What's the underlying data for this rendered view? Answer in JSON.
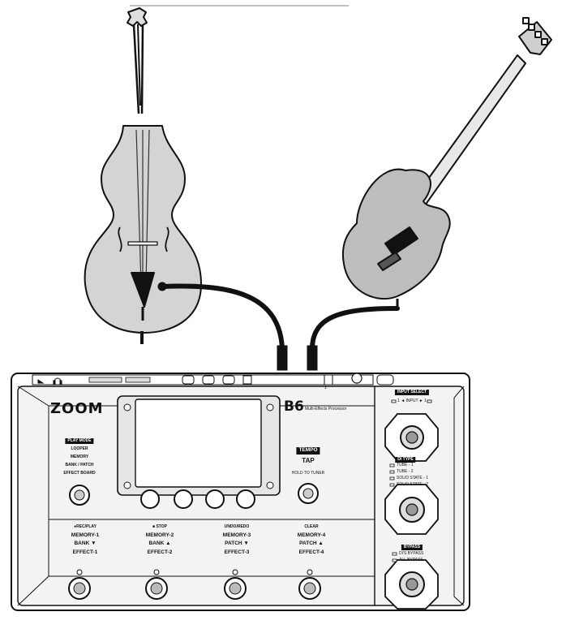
{
  "device": {
    "brand": "ZOOM",
    "model": "B6",
    "model_subtitle": "Multi-Effects Processor",
    "port_labels": {
      "tuner_out": "",
      "out": "1"
    },
    "tempo": {
      "header": "TEMPO",
      "label": "TAP",
      "sub": "HOLD TO TUNER"
    },
    "playmode": {
      "header": "PLAY MODE",
      "lines": [
        "LOOPER",
        "MEMORY",
        "BANK / PATCH",
        "EFFECT BOARD"
      ]
    },
    "footswitches": [
      {
        "l1": "●REC/PLAY",
        "l2": "MEMORY-1",
        "l3": "BANK ▼",
        "l4": "EFFECT-1"
      },
      {
        "l1": "■ STOP",
        "l2": "MEMORY-2",
        "l3": "BANK ▲",
        "l4": "EFFECT-2"
      },
      {
        "l1": "UNDO/REDO",
        "l2": "MEMORY-3",
        "l3": "PATCH ▼",
        "l4": "EFFECT-3"
      },
      {
        "l1": "CLEAR",
        "l2": "MEMORY-4",
        "l3": "PATCH ▲",
        "l4": "EFFECT-4"
      }
    ],
    "input_select": {
      "header": "INPUT SELECT",
      "line": "1 ◄ INPUT ► 1"
    },
    "di_type": {
      "header": "DI TYPE",
      "items": [
        "TUBE - 1",
        "TUBE - 2",
        "SOLID STATE - 1",
        "SOLID STATE - 2"
      ]
    },
    "bypass": {
      "header": "BYPASS",
      "items": [
        "DI'S BYPASS",
        "ALL BYPASS"
      ]
    }
  },
  "icons": [
    "headphones-icon",
    "upright-bass-icon",
    "electric-bass-icon",
    "cable-icon",
    "knob-icon",
    "footswitch-icon"
  ]
}
